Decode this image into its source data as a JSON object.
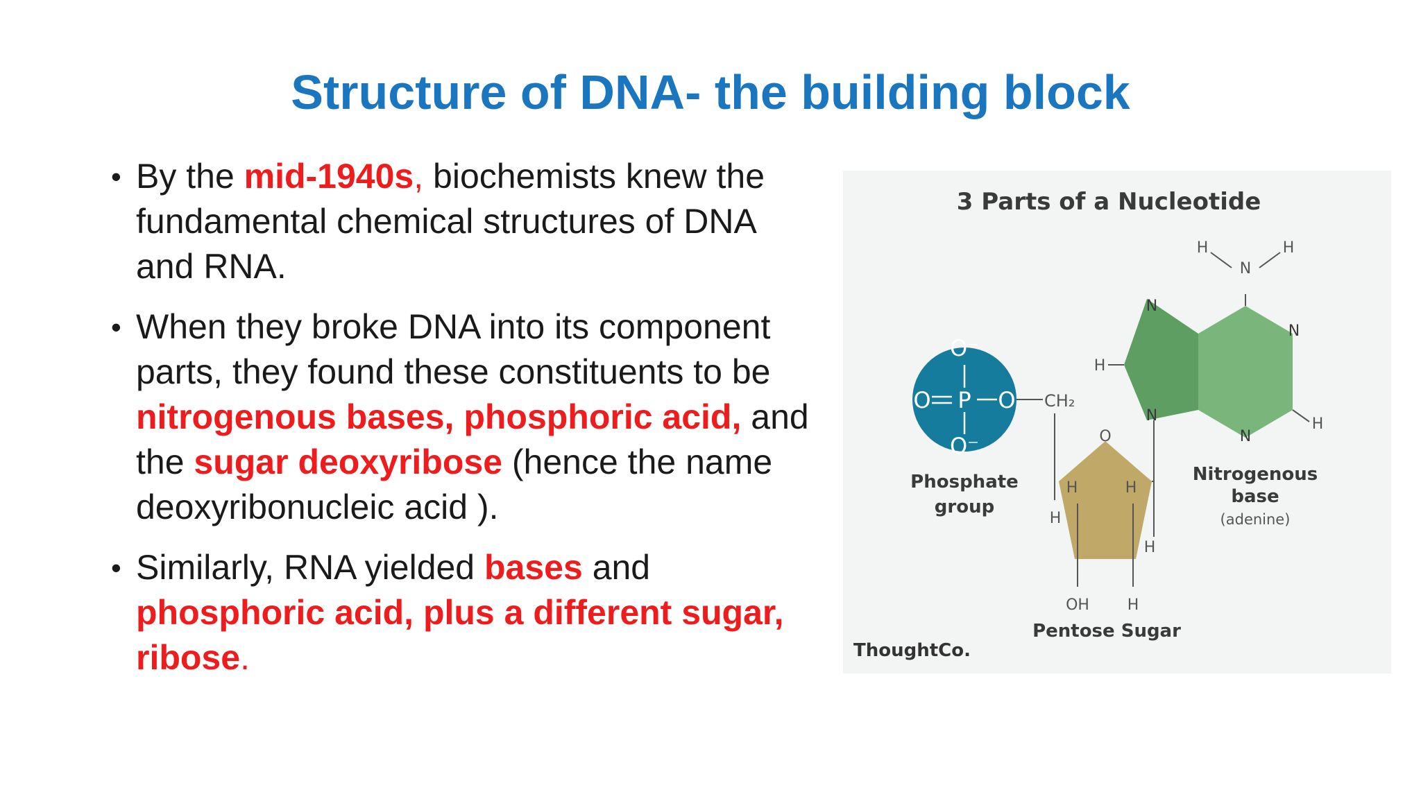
{
  "slide": {
    "title": "Structure of DNA- the building block"
  },
  "bullets": [
    {
      "segments": [
        {
          "text": "By the ",
          "style": "normal"
        },
        {
          "text": "mid-1940s",
          "style": "highlight"
        },
        {
          "text": ",",
          "style": "red"
        },
        {
          "text": " biochemists knew the fundamental chemical structures of DNA and RNA.",
          "style": "normal"
        }
      ]
    },
    {
      "segments": [
        {
          "text": "When they broke DNA into its component parts, they found these constituents to be ",
          "style": "normal"
        },
        {
          "text": "nitrogenous bases, phosphoric acid,",
          "style": "highlight"
        },
        {
          "text": " and the ",
          "style": "normal"
        },
        {
          "text": "sugar deoxyribose",
          "style": "highlight"
        },
        {
          "text": " (hence the name deoxyribonucleic acid ).",
          "style": "normal"
        }
      ]
    },
    {
      "segments": [
        {
          "text": "Similarly, RNA yielded ",
          "style": "normal"
        },
        {
          "text": "bases",
          "style": "highlight"
        },
        {
          "text": " and ",
          "style": "normal"
        },
        {
          "text": "phosphoric acid, plus a different sugar, ribose",
          "style": "highlight"
        },
        {
          "text": ".",
          "style": "red"
        }
      ]
    }
  ],
  "figure": {
    "title": "3 Parts of a Nucleotide",
    "phosphate_label_1": "Phosphate",
    "phosphate_label_2": "group",
    "sugar_label": "Pentose Sugar",
    "base_label_1": "Nitrogenous",
    "base_label_2": "base",
    "base_label_3": "(adenine)",
    "watermark": "ThoughtCo.",
    "atoms": {
      "o_minus_top": "O⁻",
      "o_minus_bottom": "O⁻",
      "o_double": "O",
      "p": "P",
      "o_link": "O",
      "ch2": "CH₂",
      "ring_o": "O",
      "h_sugar_1": "H",
      "h_sugar_2": "H",
      "h_sugar_3": "H",
      "h_sugar_4": "H",
      "h_sugar_5": "H",
      "oh": "OH",
      "n_amine": "N",
      "h_amine_left": "H",
      "h_amine_right": "H",
      "n_base_1": "N",
      "n_base_2": "N",
      "n_base_3": "N",
      "n_base_4": "N",
      "h_base_left": "H",
      "h_base_right": "H"
    },
    "colors": {
      "phosphate": "#167c9e",
      "sugar": "#bfa868",
      "base_dark": "#5f9e62",
      "base_light": "#7ab57c"
    }
  },
  "colors": {
    "title": "#1b76c0",
    "highlight": "#ee1c1c",
    "body_text": "#1a1a1a"
  }
}
